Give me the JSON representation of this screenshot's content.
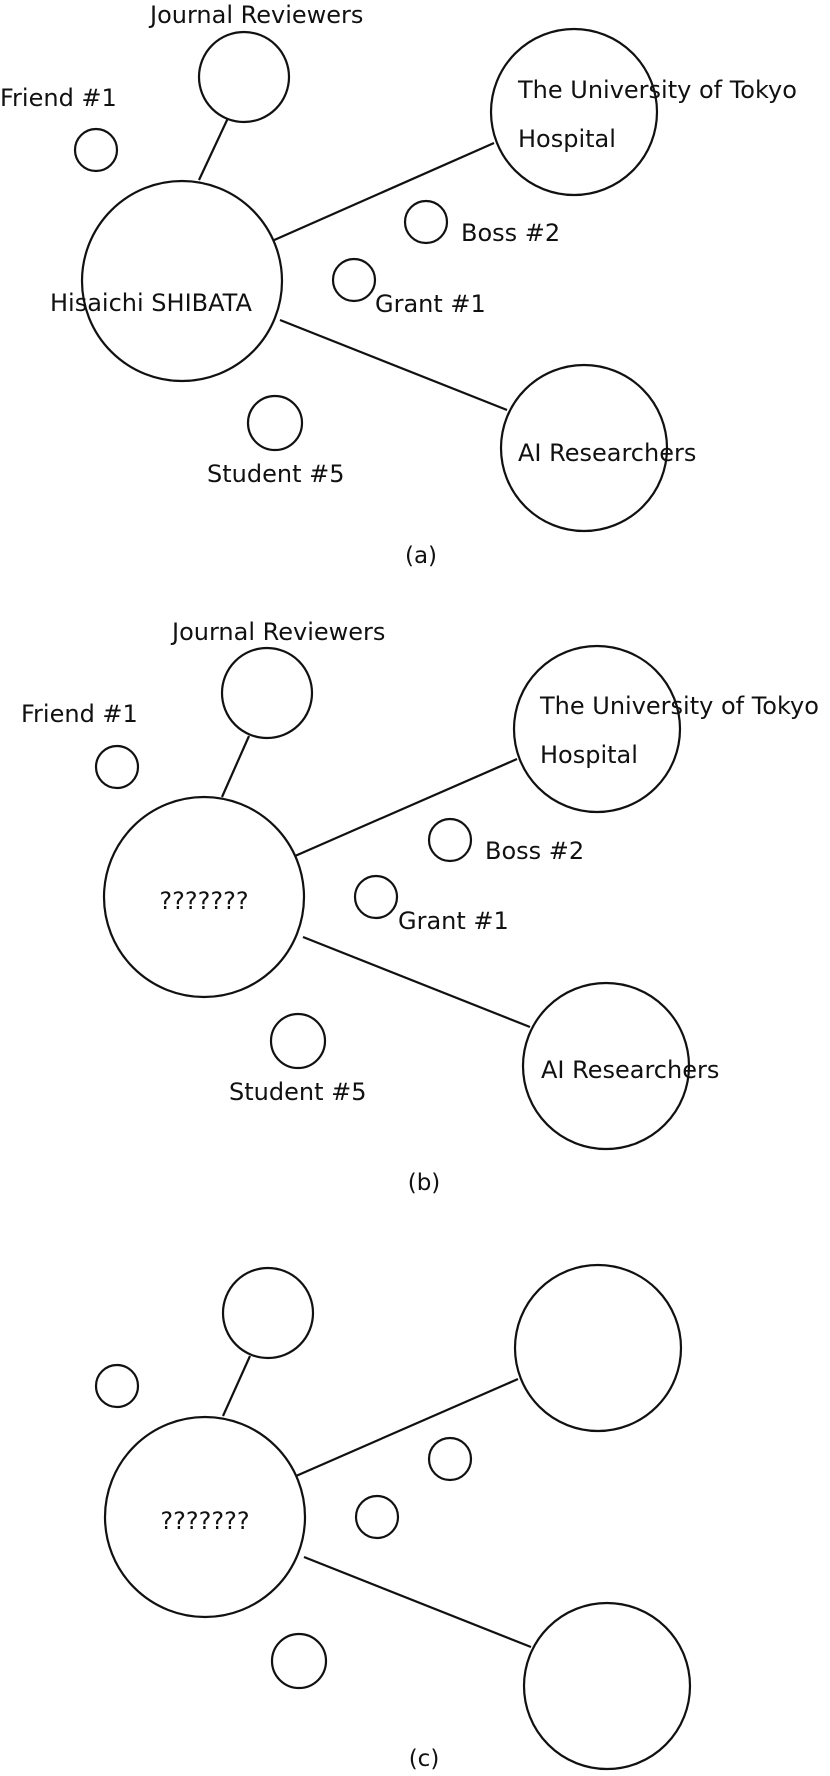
{
  "panels": [
    {
      "caption": "(a)",
      "center_label": "Hisaichi SHIBATA",
      "labels": {
        "journal": "Journal Reviewers",
        "friend": "Friend #1",
        "hospital_1": "The University of Tokyo",
        "hospital_2": "Hospital",
        "boss": "Boss #2",
        "grant": "Grant #1",
        "student": "Student #5",
        "ai": "AI Researchers"
      }
    },
    {
      "caption": "(b)",
      "center_label": "???????",
      "labels": {
        "journal": "Journal Reviewers",
        "friend": "Friend #1",
        "hospital_1": "The University of Tokyo",
        "hospital_2": "Hospital",
        "boss": "Boss #2",
        "grant": "Grant #1",
        "student": "Student #5",
        "ai": "AI Researchers"
      }
    },
    {
      "caption": "(c)",
      "center_label": "???????",
      "labels": {}
    }
  ]
}
